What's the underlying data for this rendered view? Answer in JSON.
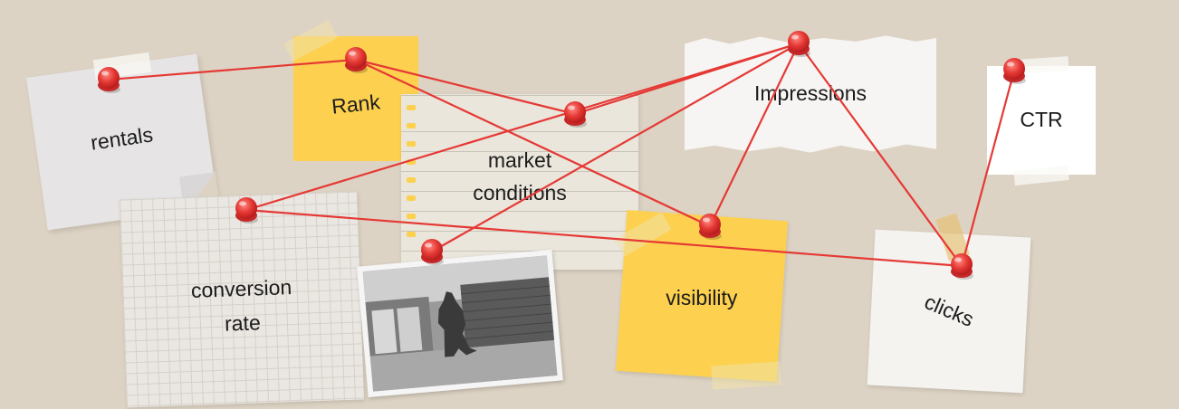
{
  "nodes": {
    "rentals": "rentals",
    "rank": "Rank",
    "market_line1": "market",
    "market_line2": "conditions",
    "conversion_line1": "conversion",
    "conversion_line2": "rate",
    "impressions": "Impressions",
    "visibility": "visibility",
    "ctr": "CTR",
    "clicks": "clicks"
  },
  "connections": [
    [
      "rentals",
      "rank"
    ],
    [
      "rank",
      "market"
    ],
    [
      "rank",
      "visibility"
    ],
    [
      "market",
      "impressions"
    ],
    [
      "conversion",
      "impressions"
    ],
    [
      "conversion",
      "clicks"
    ],
    [
      "market-lower",
      "impressions"
    ],
    [
      "impressions",
      "visibility"
    ],
    [
      "impressions",
      "clicks"
    ],
    [
      "clicks",
      "ctr"
    ]
  ],
  "colors": {
    "background": "#ddd3c4",
    "sticky_yellow": "#fdd14f",
    "pin_red": "#e53935",
    "string_red": "#e53935"
  },
  "photo": {
    "icon": "kaiju-statue-photo"
  }
}
